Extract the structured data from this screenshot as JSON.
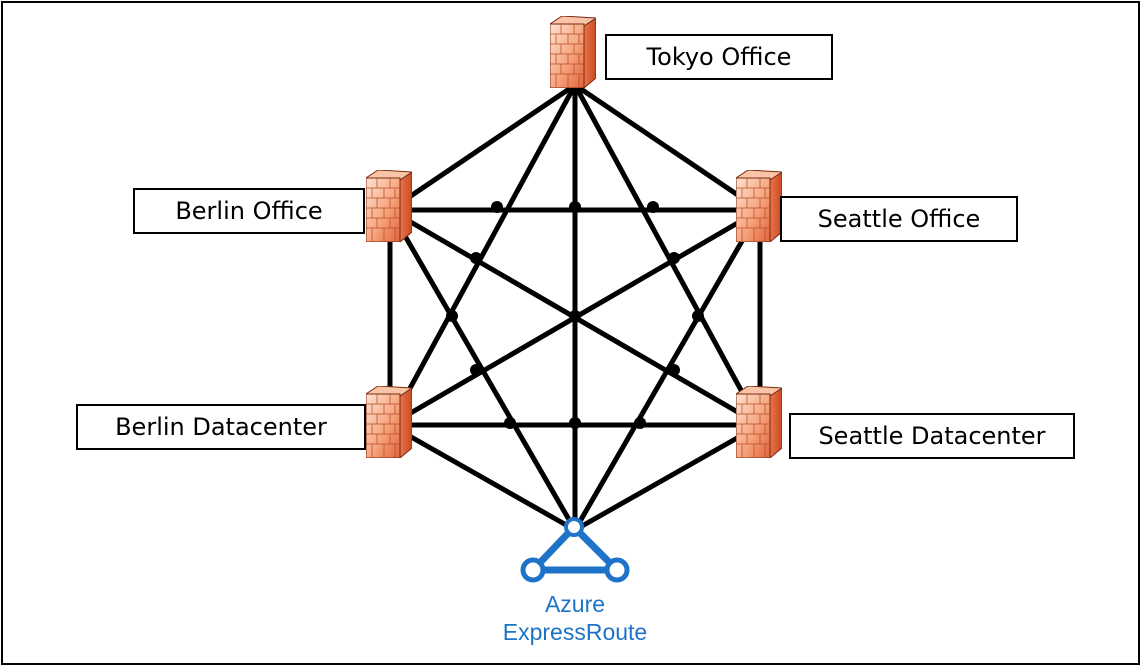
{
  "diagram": {
    "nodes": {
      "tokyo": {
        "label": "Tokyo Office",
        "icon": "firewall-icon"
      },
      "berlin_office": {
        "label": "Berlin Office",
        "icon": "firewall-icon"
      },
      "seattle_office": {
        "label": "Seattle Office",
        "icon": "firewall-icon"
      },
      "berlin_dc": {
        "label": "Berlin Datacenter",
        "icon": "firewall-icon"
      },
      "seattle_dc": {
        "label": "Seattle Datacenter",
        "icon": "firewall-icon"
      },
      "expressroute": {
        "line1": "Azure",
        "line2": "ExpressRoute",
        "icon": "expressroute-icon"
      }
    },
    "topology": "full-mesh",
    "colors": {
      "firewall_fill": "#f4a582",
      "firewall_dark": "#e0623a",
      "expressroute": "#1e73c8",
      "links": "#000000"
    }
  }
}
